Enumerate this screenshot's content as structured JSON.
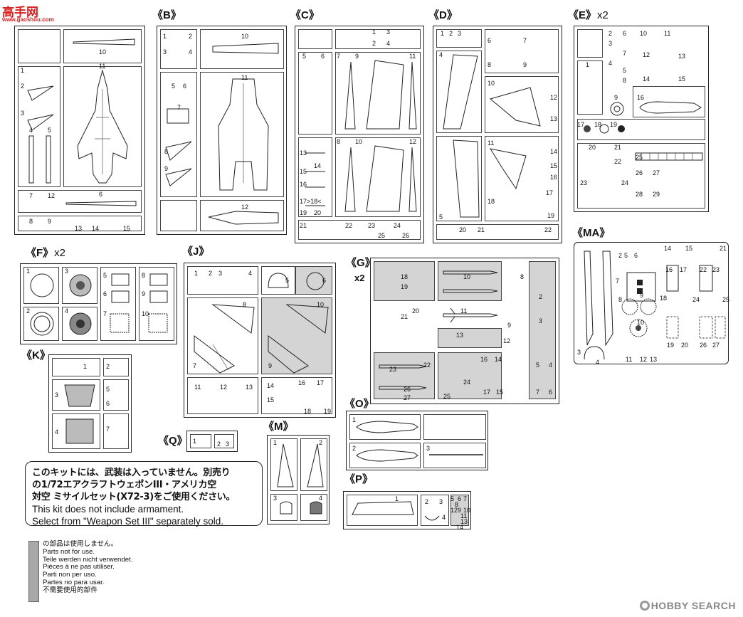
{
  "watermarks": {
    "site_cn": "高手网",
    "site_url": "www.gaoshou.com",
    "search_brand": "HOBBY SEARCH"
  },
  "sprues": {
    "A": {
      "title": "",
      "nums": [
        "10",
        "11",
        "1",
        "2",
        "3",
        "4",
        "5",
        "6",
        "7",
        "12",
        "8",
        "9",
        "13",
        "14",
        "15"
      ]
    },
    "B": {
      "title": "《B》",
      "nums": [
        "1",
        "2",
        "3",
        "4",
        "10",
        "11",
        "5",
        "6",
        "7",
        "8",
        "9",
        "12"
      ]
    },
    "C": {
      "title": "《C》",
      "nums": [
        "1",
        "2",
        "3",
        "4",
        "5",
        "6",
        "7",
        "9",
        "11",
        "8",
        "10",
        "12",
        "13",
        "14",
        "15",
        "16",
        "17>18<",
        "19",
        "20",
        "21",
        "22",
        "23",
        "24",
        "25",
        "26"
      ]
    },
    "D": {
      "title": "《D》",
      "nums": [
        "1",
        "2",
        "3",
        "6",
        "7",
        "4",
        "8",
        "9",
        "10",
        "12",
        "13",
        "11",
        "14",
        "15",
        "16",
        "17",
        "18",
        "19",
        "5",
        "20",
        "21",
        "22"
      ]
    },
    "E": {
      "title": "《E》",
      "mult": "x2",
      "nums": [
        "2",
        "3",
        "6",
        "7",
        "10",
        "11",
        "12",
        "13",
        "1",
        "4",
        "5",
        "8",
        "14",
        "15",
        "9",
        "16",
        "17",
        "18",
        "19",
        "20",
        "21",
        "22",
        "25",
        "23",
        "24",
        "26",
        "27",
        "28",
        "29"
      ]
    },
    "F": {
      "title": "《F》",
      "mult": "x2",
      "nums": [
        "1",
        "3",
        "5",
        "6",
        "8",
        "9",
        "2",
        "4",
        "7",
        "10"
      ]
    },
    "J": {
      "title": "《J》",
      "nums": [
        "1",
        "2",
        "3",
        "4",
        "5",
        "6",
        "8",
        "10",
        "7",
        "9",
        "11",
        "12",
        "13",
        "14",
        "15",
        "16",
        "17",
        "18",
        "19"
      ]
    },
    "G": {
      "title": "《G》",
      "mult": "x2",
      "nums": [
        "18",
        "19",
        "10",
        "8",
        "11",
        "9",
        "3",
        "2",
        "21",
        "20",
        "13",
        "12",
        "22",
        "23",
        "16",
        "14",
        "5",
        "4",
        "24",
        "26",
        "17",
        "15",
        "7",
        "6",
        "27",
        "25"
      ]
    },
    "MA": {
      "title": "《MA》",
      "nums": [
        "2",
        "5",
        "6",
        "14",
        "15",
        "21",
        "7",
        "16",
        "17",
        "22",
        "23",
        "8",
        "18",
        "24",
        "25",
        "9",
        "10",
        "19",
        "20",
        "26",
        "27",
        "3",
        "4",
        "11",
        "12",
        "13"
      ]
    },
    "K": {
      "title": "《K》",
      "nums": [
        "1",
        "2",
        "3",
        "5",
        "6",
        "4",
        "7"
      ]
    },
    "Q": {
      "title": "《Q》",
      "nums": [
        "1",
        "2",
        "3"
      ]
    },
    "M": {
      "title": "《M》",
      "nums": [
        "1",
        "2",
        "3",
        "4"
      ]
    },
    "O": {
      "title": "《O》",
      "nums": [
        "1",
        "2",
        "3"
      ]
    },
    "P": {
      "title": "《P》",
      "nums": [
        "1",
        "2",
        "3",
        "5",
        "6",
        "7",
        "8",
        "4",
        "12",
        "9",
        "10",
        "11",
        "13",
        "14"
      ]
    }
  },
  "note": {
    "jp_lines": [
      "このキットには、武装は入っていません。別売り",
      "の1/72エアクラフトウェポンIII・アメリカ空",
      "対空 ミサイルセット(X72-3)をご使用ください。"
    ],
    "en_lines": [
      "This kit does not include armament.",
      "Select from \"Weapon Set III\" separately sold."
    ]
  },
  "legend": {
    "lines": [
      "の部品は使用しません。",
      "Parts not for use.",
      "Teile werden nicht verwendet.",
      "Pièces à ne pas utiliser.",
      "Parti non per uso.",
      "Partes no para usar.",
      "不需要使用的部件"
    ],
    "swatch_color": "#a8a8a8"
  }
}
